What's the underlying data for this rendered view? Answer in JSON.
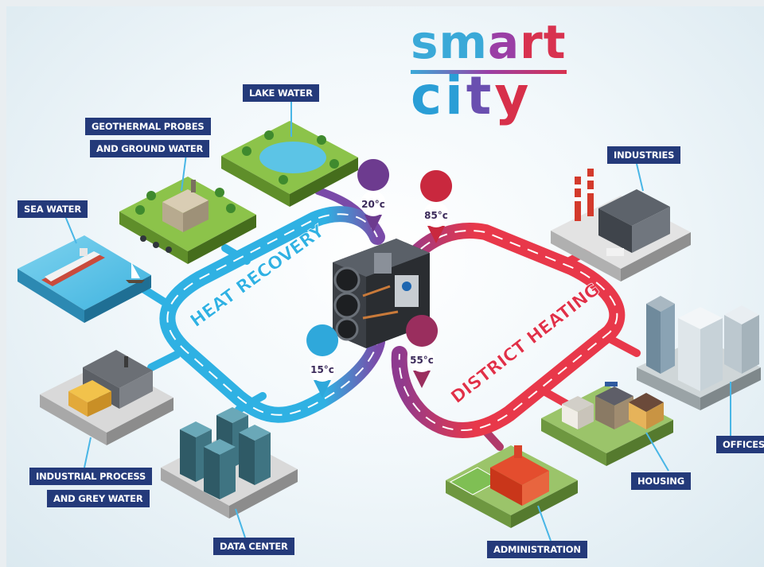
{
  "logo": {
    "line1": {
      "part1": "sm",
      "part2": "a",
      "part3": "rt"
    },
    "line2": {
      "part1": "ci",
      "part2": "t",
      "part3": "y"
    }
  },
  "loops": {
    "recovery_label": "HEAT RECOVERY",
    "heating_label": "DISTRICT HEATING"
  },
  "temperatures": {
    "t20": "20°c",
    "t15": "15°c",
    "t85": "85°c",
    "t55": "55°c"
  },
  "sources": {
    "sea_water": "SEA WATER",
    "geothermal_line1": "GEOTHERMAL PROBES",
    "geothermal_line2": "AND GROUND WATER",
    "lake_water": "LAKE WATER",
    "industrial_line1": "INDUSTRIAL PROCESS",
    "industrial_line2": "AND GREY WATER",
    "data_center": "DATA CENTER"
  },
  "consumers": {
    "industries": "INDUSTRIES",
    "offices": "OFFICES",
    "housing": "HOUSING",
    "administration": "ADMINISTRATION"
  },
  "colors": {
    "cold_loop": "#2fb1e3",
    "hot_loop": "#e8384a",
    "label_bg": "#243a7a",
    "pin_purple": "#6d3b8f",
    "pin_red": "#c9283e"
  }
}
